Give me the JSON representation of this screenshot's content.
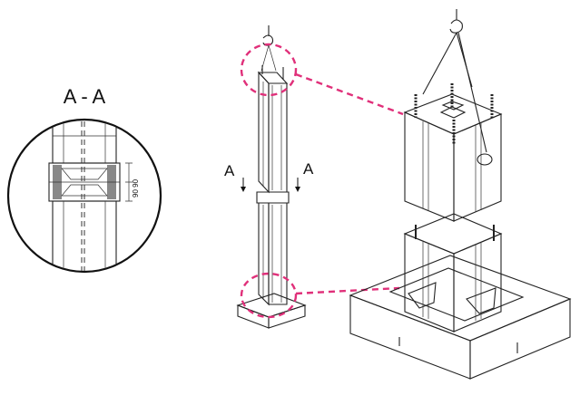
{
  "section_title": "A - A",
  "section_marker_left": "A",
  "section_marker_right": "A",
  "dimension_text": "90  90",
  "colors": {
    "highlight": "#e0307a",
    "stroke": "#222222",
    "shade_light": "#eeeeee",
    "shade_mid": "#cfcfcf",
    "shade_dark": "#9a9a9a"
  }
}
